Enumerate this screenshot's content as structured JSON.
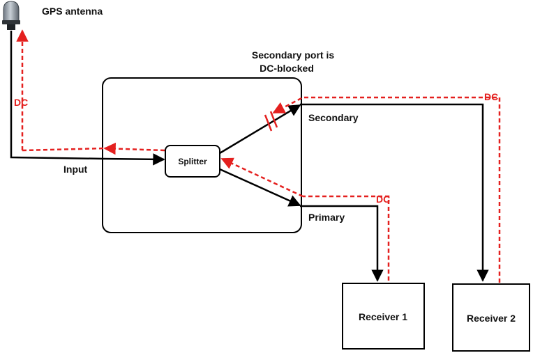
{
  "antenna": {
    "label": "GPS antenna"
  },
  "splitter_box": {
    "caption_line1": "Secondary port is",
    "caption_line2": "DC-blocked",
    "splitter_label": "Splitter",
    "input_label": "Input",
    "secondary_label": "Secondary",
    "primary_label": "Primary"
  },
  "receivers": [
    {
      "label": "Receiver 1"
    },
    {
      "label": "Receiver 2"
    }
  ],
  "dc_labels": {
    "antenna_path": "DC",
    "secondary_path": "DC",
    "primary_path": "DC"
  },
  "colors": {
    "signal_line": "#000000",
    "dc_line": "#e4201f",
    "antenna_body": "#9aa3ad"
  }
}
